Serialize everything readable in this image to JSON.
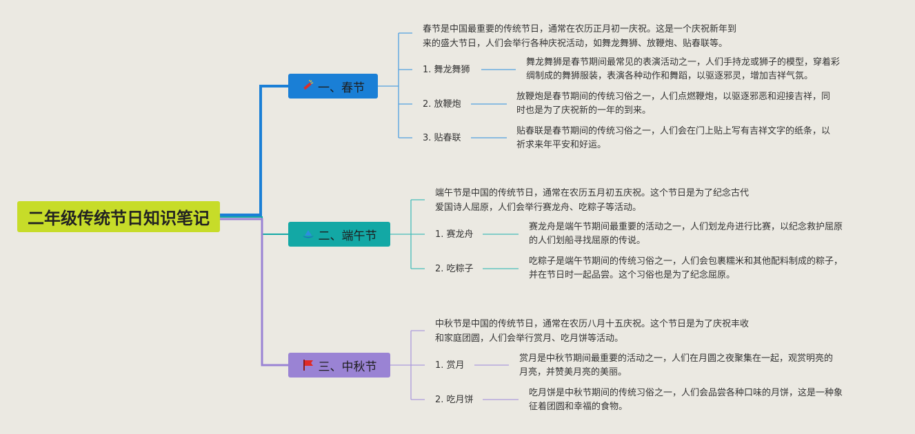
{
  "colors": {
    "background": "#ebe9e2",
    "root": "#c7dc29",
    "branch_spring": "#1a7fd6",
    "branch_dragon": "#13a8a5",
    "branch_midautumn": "#9a83d4"
  },
  "root": {
    "title": "二年级传统节日知识笔记"
  },
  "branches": [
    {
      "title": "一、春节",
      "icon": "firecracker-icon",
      "intro": [
        "春节是中国最重要的传统节日，通常在农历正月初一庆祝。这是一个庆祝新年到",
        "来的盛大节日，人们会举行各种庆祝活动，如舞龙舞狮、放鞭炮、贴春联等。"
      ],
      "items": [
        {
          "label": "1. 舞龙舞狮",
          "desc": [
            "舞龙舞狮是春节期间最常见的表演活动之一，人们手持龙或狮子的模型，穿着彩",
            "绸制成的舞狮服装，表演各种动作和舞蹈，以驱逐邪灵，增加吉祥气氛。"
          ]
        },
        {
          "label": "2. 放鞭炮",
          "desc": [
            "放鞭炮是春节期间的传统习俗之一，人们点燃鞭炮，以驱逐邪恶和迎接吉祥，同",
            "时也是为了庆祝新的一年的到来。"
          ]
        },
        {
          "label": "3. 贴春联",
          "desc": [
            "贴春联是春节期间的传统习俗之一，人们会在门上贴上写有吉祥文字的纸条，以",
            "祈求来年平安和好运。"
          ]
        }
      ]
    },
    {
      "title": "二、端午节",
      "icon": "dragon-boat-icon",
      "intro": [
        "端午节是中国的传统节日，通常在农历五月初五庆祝。这个节日是为了纪念古代",
        "爱国诗人屈原，人们会举行赛龙舟、吃粽子等活动。"
      ],
      "items": [
        {
          "label": "1. 赛龙舟",
          "desc": [
            "赛龙舟是端午节期间最重要的活动之一，人们划龙舟进行比赛，以纪念救护屈原",
            "的人们划船寻找屈原的传说。"
          ]
        },
        {
          "label": "2. 吃粽子",
          "desc": [
            "吃粽子是端午节期间的传统习俗之一，人们会包裹糯米和其他配料制成的粽子，",
            "并在节日时一起品尝。这个习俗也是为了纪念屈原。"
          ]
        }
      ]
    },
    {
      "title": "三、中秋节",
      "icon": "red-flag-icon",
      "intro": [
        "中秋节是中国的传统节日，通常在农历八月十五庆祝。这个节日是为了庆祝丰收",
        "和家庭团圆，人们会举行赏月、吃月饼等活动。"
      ],
      "items": [
        {
          "label": "1. 赏月",
          "desc": [
            "赏月是中秋节期间最重要的活动之一，人们在月圆之夜聚集在一起，观赏明亮的",
            "月亮，并赞美月亮的美丽。"
          ]
        },
        {
          "label": "2. 吃月饼",
          "desc": [
            "吃月饼是中秋节期间的传统习俗之一，人们会品尝各种口味的月饼，这是一种象",
            "征着团圆和幸福的食物。"
          ]
        }
      ]
    }
  ]
}
